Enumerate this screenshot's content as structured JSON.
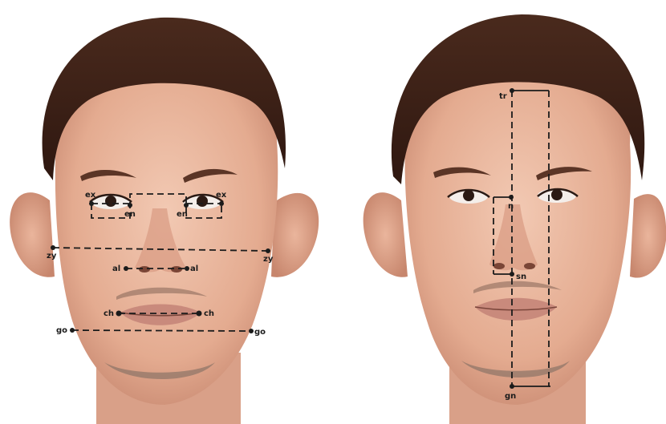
{
  "panels": [
    {
      "id": "left-face",
      "landmarks": [
        {
          "key": "ex_l",
          "label": "ex"
        },
        {
          "key": "en_l",
          "label": "en"
        },
        {
          "key": "en_r",
          "label": "en"
        },
        {
          "key": "ex_r",
          "label": "ex"
        },
        {
          "key": "zy_l",
          "label": "zy"
        },
        {
          "key": "zy_r",
          "label": "zy"
        },
        {
          "key": "al_l",
          "label": "al"
        },
        {
          "key": "al_r",
          "label": "al"
        },
        {
          "key": "ch_l",
          "label": "ch"
        },
        {
          "key": "ch_r",
          "label": "ch"
        },
        {
          "key": "go_l",
          "label": "go"
        },
        {
          "key": "go_r",
          "label": "go"
        }
      ]
    },
    {
      "id": "right-face",
      "landmarks": [
        {
          "key": "tr",
          "label": "tr"
        },
        {
          "key": "n",
          "label": "n"
        },
        {
          "key": "sn",
          "label": "sn"
        },
        {
          "key": "gn",
          "label": "gn"
        }
      ]
    }
  ],
  "colors": {
    "hair": "#3b2016",
    "skin": "#e9b79f",
    "skin_shadow": "#c98a72",
    "lips": "#c98a7c",
    "line": "#1b1b1b"
  }
}
